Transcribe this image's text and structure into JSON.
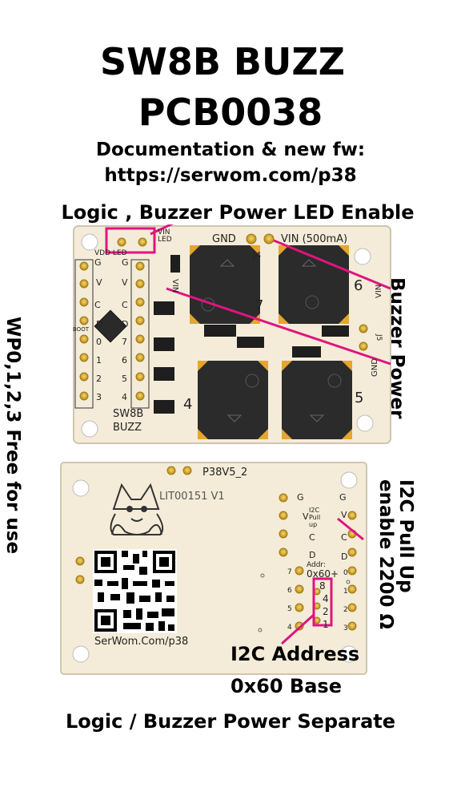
{
  "titles": {
    "line1": "SW8B BUZZ",
    "line2": "PCB0038",
    "doc_line1": "Documentation & new fw:",
    "doc_line2": "https://serwom.com/p38"
  },
  "annotations": {
    "logic_enable": "Logic , Buzzer Power LED Enable",
    "buzzer_power": "Buzzer Power",
    "wp_free": "WP0,1,2,3 Free for use",
    "i2c_pullup_1": "I2C Pull Up",
    "i2c_pullup_2": "enable 2200 Ω",
    "i2c_address": "I2C Address",
    "i2c_base": "0x60 Base",
    "separate": "Logic / Buzzer Power Separate"
  },
  "top_board": {
    "gnd": "GND",
    "vin": "VIN (500mA)",
    "vin_side": "VIN",
    "gnd_side": "GND",
    "j4": "J4",
    "j5": "J5",
    "vdd_led": "VDD LED",
    "vin_led": "VIN LED",
    "board_name_1": "SW8B",
    "board_name_2": "BUZZ",
    "buzzers": [
      "7",
      "6",
      "4",
      "5"
    ],
    "left_pins": [
      "G",
      "V",
      "C",
      "D",
      "0",
      "1",
      "2",
      "3"
    ],
    "right_pins": [
      "G",
      "V",
      "C",
      "D",
      "7",
      "6",
      "5",
      "4"
    ],
    "boot": "BOOT"
  },
  "bottom_board": {
    "p38": "P38V5_2",
    "lit": "LIT00151 V1",
    "url": "SerWom.Com/p38",
    "i2c_pull": "I2C Pull up",
    "addr_label": "Addr:",
    "addr_value": "0x60+",
    "addr_bits": [
      "8",
      "4",
      "2",
      "1"
    ],
    "left_nums": [
      "7",
      "6",
      "5",
      "4"
    ],
    "inner_labels": [
      "G",
      "V",
      "C",
      "D"
    ],
    "right_labels": [
      "G",
      "V",
      "C",
      "D"
    ],
    "right_nums": [
      "0",
      "1",
      "2",
      "3"
    ]
  },
  "colors": {
    "pcb": "#f4ecd8",
    "gold": "#d9a520",
    "magenta": "#e0147f",
    "buzzer": "#2b2b2b",
    "buzzer_corner": "#e5a52e"
  }
}
